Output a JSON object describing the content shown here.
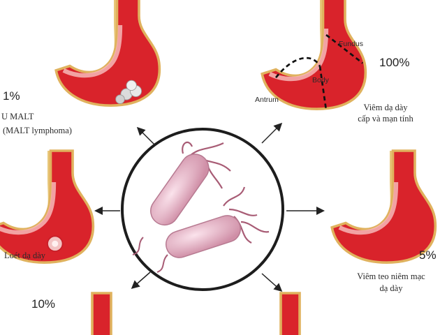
{
  "outcomes": {
    "malt": {
      "percent": "1%",
      "line1": "U MALT",
      "line2": "(MALT lymphoma)"
    },
    "gastritis": {
      "percent": "100%",
      "line1": "Viêm dạ dày",
      "line2": "cấp và mạn tính"
    },
    "ulcer": {
      "label": "Loét dạ dày"
    },
    "atrophy": {
      "percent": "5%",
      "line1": "Viêm teo niêm mạc",
      "line2": "dạ dày"
    },
    "bottom_left": {
      "percent": "10%"
    }
  },
  "stomach_regions": {
    "fundus": "Fundus",
    "body": "Body",
    "antrum": "Antrum"
  },
  "colors": {
    "stomach_red": "#d9232b",
    "stomach_outline": "#e0b25e",
    "lining": "#f6b9b9",
    "bacteria": "#e8b3c4",
    "flagella": "#a85c75",
    "arrow": "#222222"
  }
}
